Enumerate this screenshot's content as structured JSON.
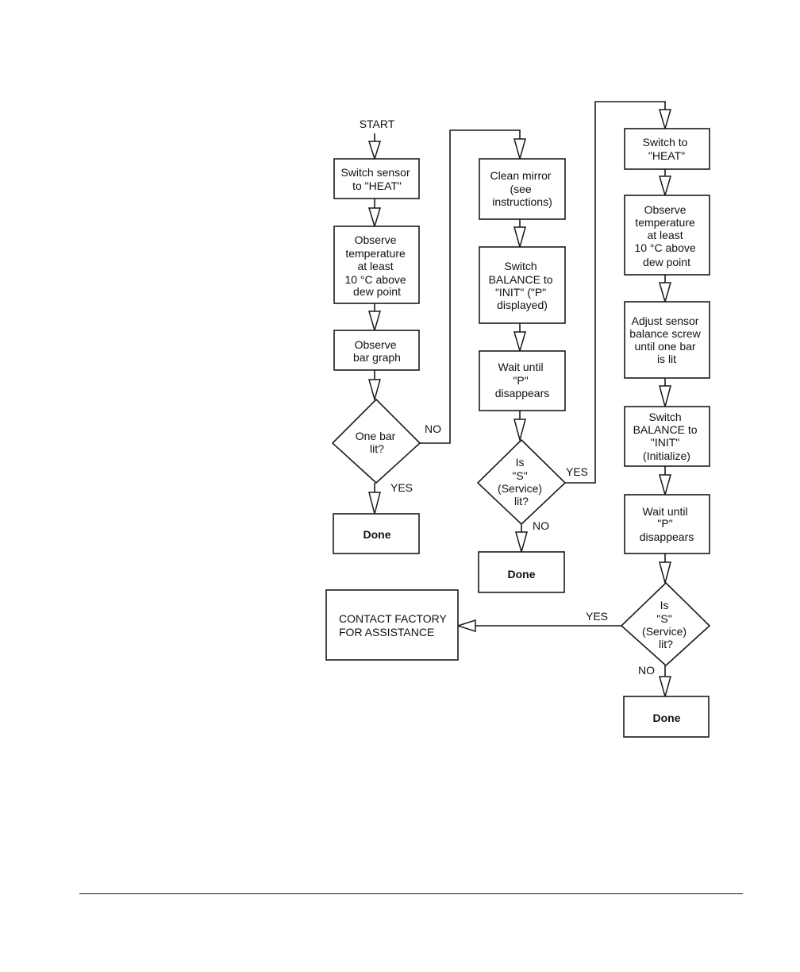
{
  "start_label": "START",
  "column1": {
    "step1": [
      "Switch sensor",
      "to \"HEAT\""
    ],
    "step2": [
      "Observe",
      "temperature",
      "at least",
      "10 °C above",
      "dew point"
    ],
    "step3": [
      "Observe",
      "bar graph"
    ],
    "decision": [
      "One bar",
      "lit?"
    ],
    "no_label": "NO",
    "yes_label": "YES",
    "done": "Done"
  },
  "column2": {
    "step1": [
      "Clean mirror",
      "(see",
      "instructions)"
    ],
    "step2": [
      "Switch",
      "BALANCE to",
      "\"INIT\" (\"P\"",
      "displayed)"
    ],
    "step3": [
      "Wait until",
      "\"P\"",
      "disappears"
    ],
    "decision": [
      "Is",
      "\"S\"",
      "(Service)",
      "lit?"
    ],
    "yes_label": "YES",
    "no_label": "NO",
    "done": "Done"
  },
  "column3": {
    "step1": [
      "Switch to",
      "\"HEAT\""
    ],
    "step2": [
      "Observe",
      "temperature",
      "at least",
      "10 °C above",
      "dew point"
    ],
    "step3": [
      "Adjust sensor",
      "balance screw",
      "until one bar",
      "is lit"
    ],
    "step4": [
      "Switch",
      "BALANCE to",
      "\"INIT\"",
      "(Initialize)"
    ],
    "step5": [
      "Wait until",
      "\"P\"",
      "disappears"
    ],
    "decision": [
      "Is",
      "\"S\"",
      "(Service)",
      "lit?"
    ],
    "yes_label": "YES",
    "no_label": "NO",
    "done": "Done"
  },
  "contact_factory": [
    "CONTACT FACTORY",
    "FOR ASSISTANCE"
  ]
}
